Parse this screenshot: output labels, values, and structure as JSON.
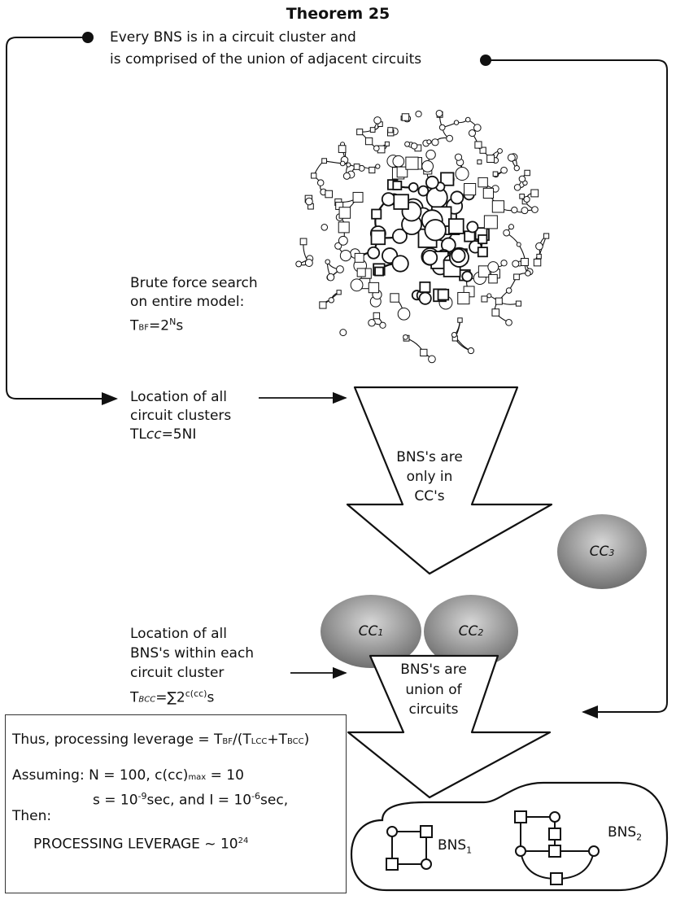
{
  "theorem": {
    "title": "Theorem 25",
    "statement_line1": "Every BNS is in a circuit cluster and",
    "statement_line2": "is comprised of the union of adjacent circuits"
  },
  "brute_force": {
    "line1": "Brute force search",
    "line2": "on entire model:",
    "formula_base": "T",
    "formula_sub": "BF",
    "formula_eq": "=2",
    "formula_sup": "N",
    "formula_end": "s"
  },
  "location_clusters": {
    "line1": "Location of all",
    "line2": "circuit clusters",
    "formula_pre": "TL",
    "formula_ital": "cc",
    "formula_rest": "=5NI"
  },
  "arrow1": {
    "line1": "BNS's are",
    "line2": "only in",
    "line3": "CC's"
  },
  "clusters": [
    {
      "label": "CC",
      "sub": "1"
    },
    {
      "label": "CC",
      "sub": "2"
    },
    {
      "label": "CC",
      "sub": "3"
    }
  ],
  "location_bns": {
    "line1": "Location of all",
    "line2": "BNS's within each",
    "line3": "circuit cluster",
    "formula_base": "T",
    "formula_sub": "BCC",
    "formula_eq": "=∑2",
    "formula_sup": "c(cc)",
    "formula_end": "s"
  },
  "arrow2": {
    "line1": "BNS's are",
    "line2": "union of",
    "line3": "circuits"
  },
  "summary": {
    "line1_pre": "Thus, processing leverage = T",
    "line1_sub1": "BF",
    "line1_mid": "/(T",
    "line1_sub2": "LCC",
    "line1_plus": "+T",
    "line1_sub3": "BCC",
    "line1_end": ")",
    "line2_pre": "Assuming: N = 100, c(cc)",
    "line2_sub": "max",
    "line2_end": " = 10",
    "line3_pre": "s = 10",
    "line3_sup1": "-9",
    "line3_mid": "sec, and I = 10",
    "line3_sup2": "-6",
    "line3_end": "sec,",
    "line4": "Then:",
    "line5_pre": "PROCESSING LEVERAGE ~ 10",
    "line5_sup": "24"
  },
  "bns": [
    {
      "label": "BNS",
      "sub": "1"
    },
    {
      "label": "BNS",
      "sub": "2"
    }
  ]
}
